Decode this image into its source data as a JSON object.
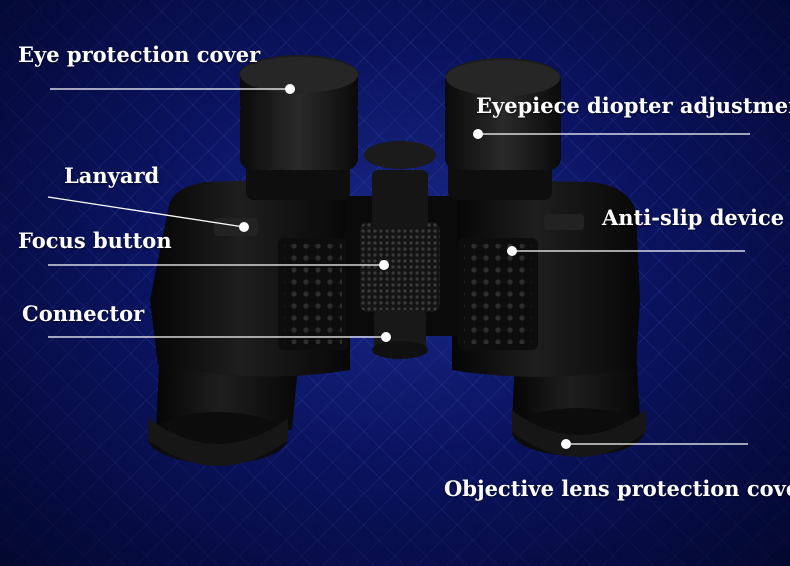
{
  "labels": {
    "eye_protection_cover": "Eye protection cover",
    "eyepiece_diopter_adjustment": "Eyepiece diopter adjustment",
    "lanyard": "Lanyard",
    "anti_slip_device": "Anti-slip device",
    "focus_button": "Focus button",
    "connector": "Connector",
    "objective_lens_protection_cover": "Objective lens protection cover"
  },
  "colors": {
    "background": "#0b1464",
    "label_text": "#ffffff",
    "callout_line": "#ffffff",
    "binocular_body": "#111111"
  }
}
